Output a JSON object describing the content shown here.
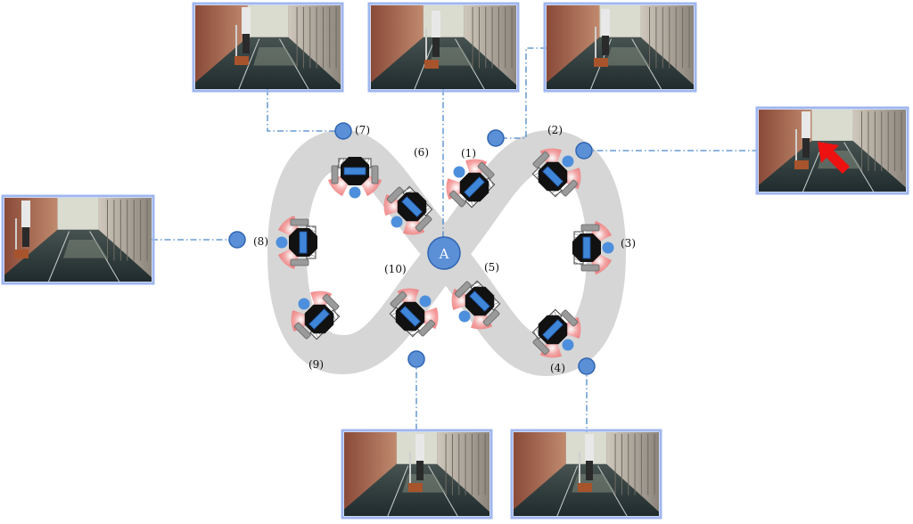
{
  "center_label": "A",
  "position_labels": [
    "(1)",
    "(2)",
    "(3)",
    "(4)",
    "(5)",
    "(6)",
    "(7)",
    "(8)",
    "(9)",
    "(10)"
  ],
  "colors": {
    "track": "#d6d6d6",
    "marker": "#5b8fd6",
    "marker_stroke": "#2f65b3",
    "connector": "#4a88cc",
    "photo_frame": "#9fb6ee",
    "sensor_cone": "#f28a8a",
    "arrow": "#ee1111"
  },
  "icons": {
    "robot": "walker-robot-icon",
    "marker": "position-marker-icon",
    "arrow": "direction-arrow-icon"
  }
}
